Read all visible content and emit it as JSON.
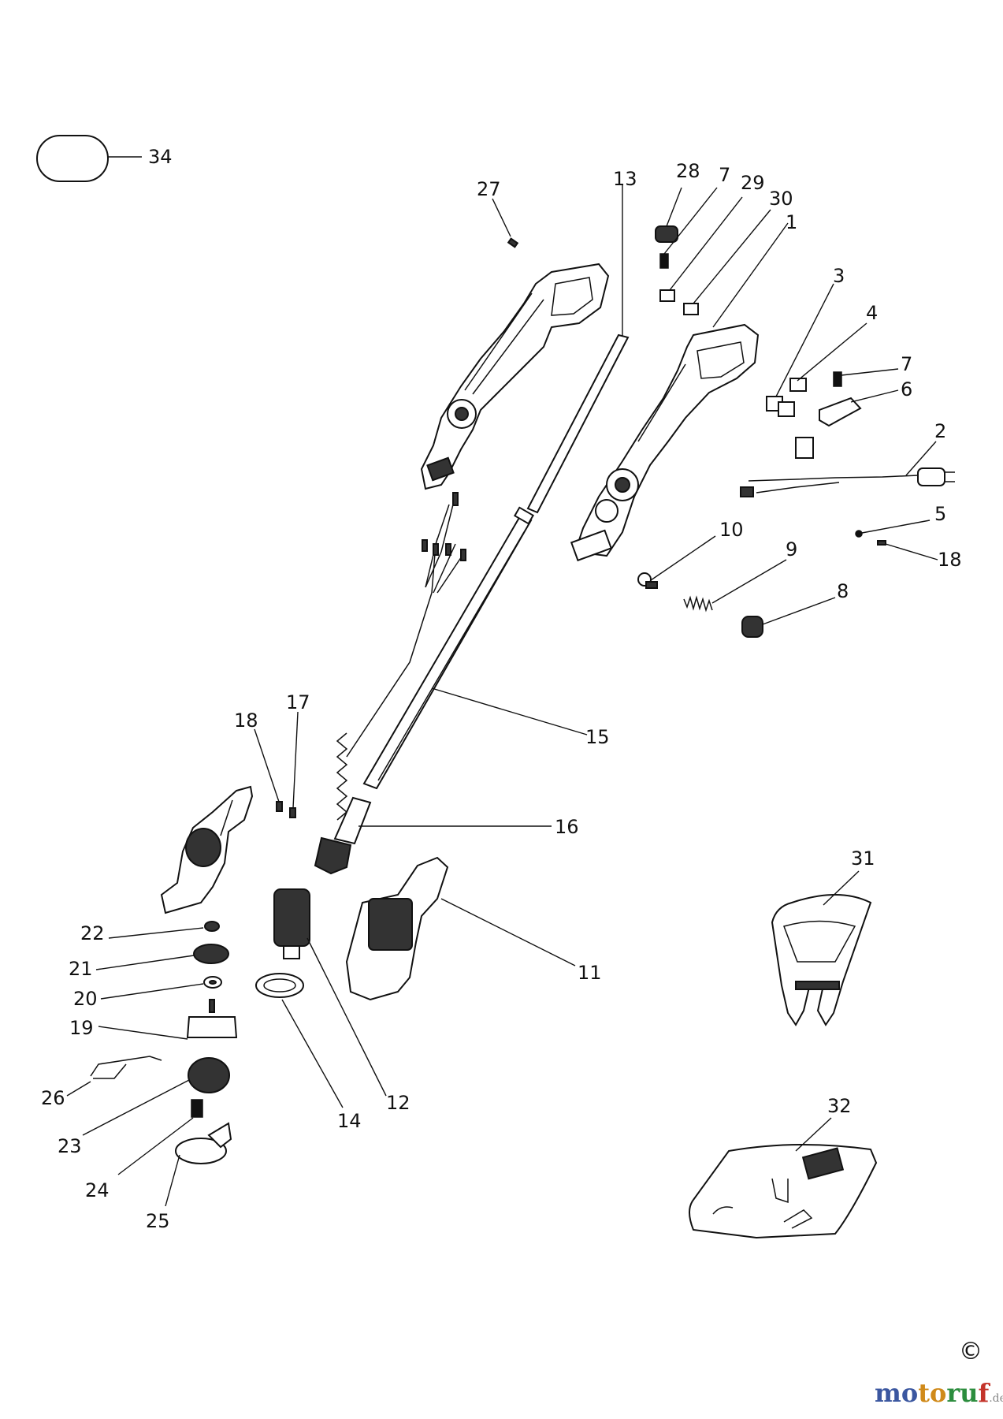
{
  "callouts": {
    "c1": "1",
    "c2": "2",
    "c3": "3",
    "c4": "4",
    "c5": "5",
    "c6": "6",
    "c7a": "7",
    "c7b": "7",
    "c8": "8",
    "c9": "9",
    "c10": "10",
    "c11": "11",
    "c12": "12",
    "c13": "13",
    "c14": "14",
    "c15": "15",
    "c16": "16",
    "c17": "17",
    "c18a": "18",
    "c18b": "18",
    "c19": "19",
    "c20": "20",
    "c21": "21",
    "c22": "22",
    "c23": "23",
    "c24": "24",
    "c25": "25",
    "c26": "26",
    "c27": "27",
    "c28": "28",
    "c29": "29",
    "c30": "30",
    "c31": "31",
    "c32": "32",
    "c34": "34"
  },
  "copyright": "©",
  "brand": {
    "part1": "mo",
    "part2": "to",
    "part3": "ru",
    "part4": "f",
    "suffix": ".de"
  }
}
